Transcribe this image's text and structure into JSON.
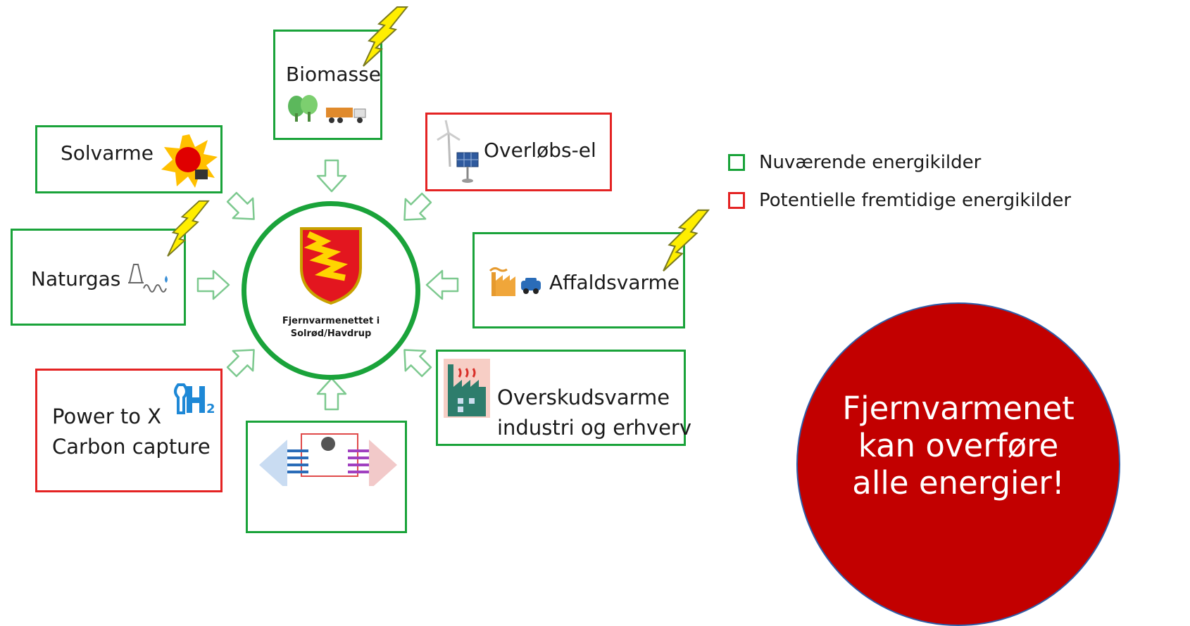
{
  "sources": {
    "biomasse": {
      "label": "Biomasse",
      "status": "current"
    },
    "solvarme": {
      "label": "Solvarme",
      "status": "current"
    },
    "overlobs_el": {
      "label": "Overløbs-el",
      "status": "potential"
    },
    "naturgas": {
      "label": "Naturgas",
      "status": "current"
    },
    "affaldsvarme": {
      "label": "Affaldsvarme",
      "status": "current"
    },
    "power_to_x": {
      "line1": "Power to X",
      "line2": "Carbon capture",
      "status": "potential"
    },
    "overskudsvarme": {
      "line1": "Overskudsvarme",
      "line2": "industri og erhverv",
      "status": "current"
    },
    "varmepumpe": {
      "status": "current"
    }
  },
  "hub": {
    "line1": "Fjernvarmenettet i",
    "line2": "Solrød/Havdrup"
  },
  "legend": {
    "current": {
      "label": "Nuværende  energikilder",
      "color": "#1aa33a"
    },
    "potential": {
      "label": "Potentielle fremtidige energikilder",
      "color": "#e42323"
    }
  },
  "callout": {
    "line1": "Fjernvarmenet",
    "line2": "kan overføre",
    "line3": "alle energier!",
    "background": "#c20000"
  },
  "icons": [
    "lightning-icon",
    "trees-icon",
    "truck-icon",
    "sun-icon",
    "wind-turbine-icon",
    "solar-panel-icon",
    "gas-rig-icon",
    "factory-icon",
    "car-icon",
    "hydrogen-icon",
    "industry-icon",
    "heat-pump-icon",
    "coat-of-arms-icon"
  ]
}
